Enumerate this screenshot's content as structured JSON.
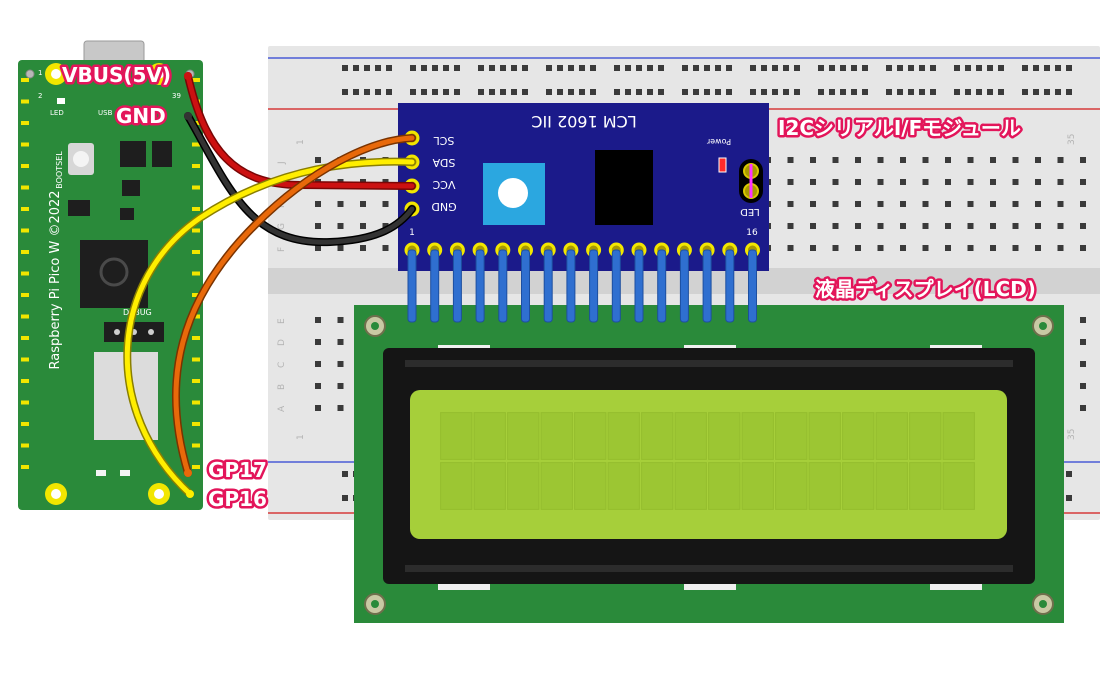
{
  "labels": {
    "vbus": "VBUS(5V)",
    "gnd": "GND",
    "gp17": "GP17",
    "gp16": "GP16",
    "i2c_module": "I2CシリアルI/Fモジュール",
    "lcd": "液晶ディスプレイ(LCD)"
  },
  "pico": {
    "board_text": "Raspberry Pi Pico W ©2022",
    "bootsel": "BOOTSEL",
    "led": "LED",
    "usb": "USB",
    "debug": "DEBUG",
    "pin1": "1",
    "pin2": "2",
    "pin39": "39"
  },
  "i2c": {
    "chip_label": "LCM 1602 IIC",
    "pins": [
      "SCL",
      "SDA",
      "VCC",
      "GND"
    ],
    "power": "Power",
    "led": "LED",
    "pin_first": "1",
    "pin_last": "16"
  },
  "breadboard": {
    "col_first": "1",
    "col_last": "35",
    "rows_top": [
      "J",
      "I",
      "H",
      "G",
      "F"
    ],
    "rows_bottom": [
      "E",
      "D",
      "C",
      "B",
      "A"
    ]
  },
  "lcd": {
    "cols": 16,
    "rows": 2
  },
  "colors": {
    "board_green": "#2a8a3a",
    "module_blue": "#1b1a8a",
    "wire_red": "#cc1111",
    "wire_black": "#222222",
    "wire_yellow": "#ffee00",
    "wire_orange": "#e8690a",
    "label_outline": "#e3155a",
    "lcd_screen": "#a6cf3a",
    "header_pin": "#2f6fd0"
  }
}
